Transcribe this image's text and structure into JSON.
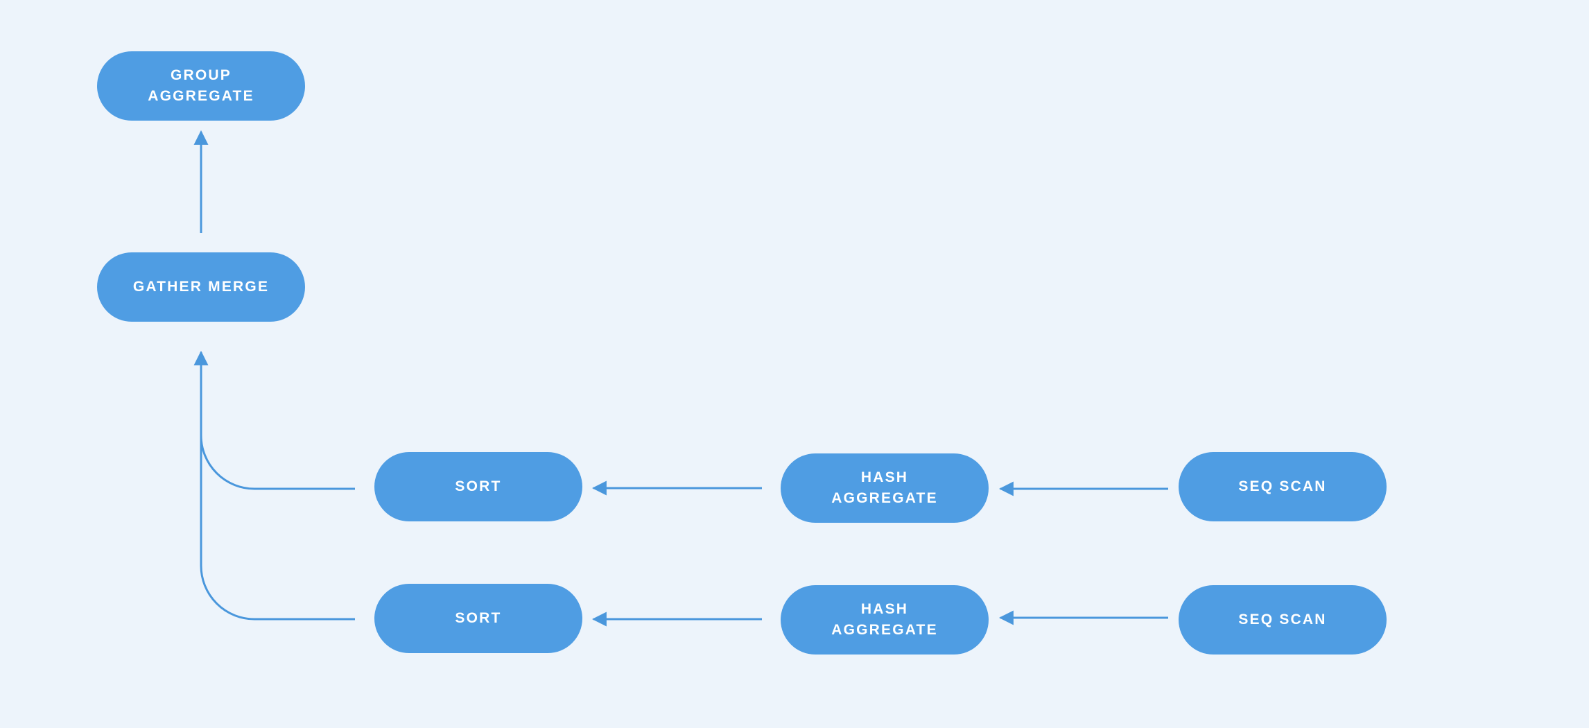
{
  "diagram": {
    "colors": {
      "background": "#edf4fb",
      "node_fill": "#4f9de3",
      "node_text": "#ffffff",
      "connector": "#4a97dc"
    },
    "nodes": {
      "group_aggregate": "GROUP\nAGGREGATE",
      "gather_merge": "GATHER MERGE",
      "sort_1": "SORT",
      "sort_2": "SORT",
      "hash_aggregate_1": "HASH\nAGGREGATE",
      "hash_aggregate_2": "HASH\nAGGREGATE",
      "seq_scan_1": "SEQ SCAN",
      "seq_scan_2": "SEQ SCAN"
    },
    "edges": [
      {
        "from": "gather_merge",
        "to": "group_aggregate"
      },
      {
        "from": "sort_1",
        "to": "gather_merge"
      },
      {
        "from": "sort_2",
        "to": "gather_merge"
      },
      {
        "from": "hash_aggregate_1",
        "to": "sort_1"
      },
      {
        "from": "hash_aggregate_2",
        "to": "sort_2"
      },
      {
        "from": "seq_scan_1",
        "to": "hash_aggregate_1"
      },
      {
        "from": "seq_scan_2",
        "to": "hash_aggregate_2"
      }
    ]
  }
}
